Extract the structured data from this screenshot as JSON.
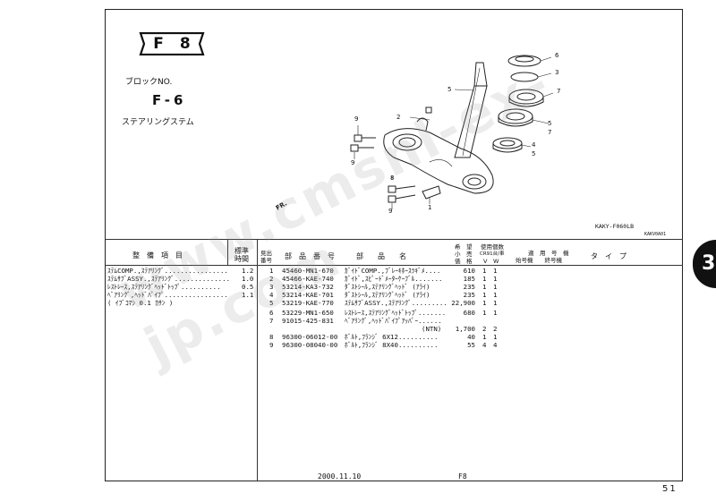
{
  "block": {
    "tag_letter": "F",
    "tag_number": "8",
    "block_no_label": "ブロックNO.",
    "block_no_value": "F-6",
    "block_title": "ステアリングステム"
  },
  "diagram": {
    "callouts": [
      "6",
      "3",
      "5",
      "7",
      "2",
      "9",
      "9",
      "5",
      "7",
      "4",
      "5",
      "8",
      "9",
      "1"
    ],
    "fr_label": "FR.",
    "figure_code": "KAKY-F060LB",
    "figure_code_small": "KAKV0A01"
  },
  "left_table": {
    "header": {
      "col1": "整　備　項　目",
      "col2a": "標準",
      "col2b": "時間"
    },
    "rows": [
      {
        "item": "ｽﾃﾑCOMP.,ｽﾃｱﾘﾝｸﾞ................",
        "time": "1.2"
      },
      {
        "item": "ｽﾃﾑｻﾌﾞASSY.,ｽﾃｱﾘﾝｸﾞ..............",
        "time": "1.0"
      },
      {
        "item": "ﾚｽﾄﾚｰｽ,ｽﾃｱﾘﾝｸﾞﾍｯﾄﾞﾄｯﾌﾟ..........",
        "time": "0.5"
      },
      {
        "item": "ﾍﾞｱﾘﾝｸﾞ,ﾍｯﾄﾞﾊﾟｲﾌﾟ................",
        "time": "1.1"
      },
      {
        "item": "( ｲﾌﾞｺﾏｼ 0.1 ｶｻﾝ )",
        "time": ""
      }
    ]
  },
  "parts_table": {
    "header": {
      "ref_a": "見出",
      "ref_b": "番号",
      "partno": "部　品　番　号",
      "name": "部　　品　　名",
      "price_a": "希　望",
      "price_b": "小　売",
      "price_c": "価　格",
      "qty_a": "使用個数",
      "qty_b": "CR91台/車",
      "qty_c": "V　W",
      "app_a": "適　用　号　機",
      "app_b": "始号機　　終号機",
      "type": "タ　イ　プ"
    },
    "rows": [
      {
        "ref": "1",
        "partno": "45460-MN1-670",
        "name": "ｶﾞｲﾄﾞCOMP.,ﾌﾞﾚｰｷﾎｰｽﾂｷﾞﾒ....",
        "price": "610",
        "q1": "1",
        "q2": "1"
      },
      {
        "ref": "2",
        "partno": "45466-KAE-740",
        "name": "ｶﾞｲﾄﾞ,ｽﾋﾟｰﾄﾞﾒｰﾀｰｹｰﾌﾞﾙ.......",
        "price": "185",
        "q1": "1",
        "q2": "1"
      },
      {
        "ref": "3",
        "partno": "53214-KA3-732",
        "name": "ﾀﾞｽﾄｼｰﾙ,ｽﾃｱﾘﾝｸﾞﾍｯﾄﾞ (ｱﾗｲ)",
        "price": "235",
        "q1": "1",
        "q2": "1"
      },
      {
        "ref": "4",
        "partno": "53214-KAE-701",
        "name": "ﾀﾞｽﾄｼｰﾙ,ｽﾃｱﾘﾝｸﾞﾍｯﾄﾞ (ｱﾗｲ)",
        "price": "235",
        "q1": "1",
        "q2": "1"
      },
      {
        "ref": "5",
        "partno": "53219-KAE-770",
        "name": "ｽﾃﾑｻﾌﾞASSY.,ｽﾃｱﾘﾝｸﾞ.........",
        "price": "22,900",
        "q1": "1",
        "q2": "1"
      },
      {
        "ref": "",
        "partno": "",
        "name": "",
        "price": "",
        "q1": "",
        "q2": ""
      },
      {
        "ref": "6",
        "partno": "53229-MN1-650",
        "name": "ﾚｽﾄﾚｰｽ,ｽﾃｱﾘﾝｸﾞﾍｯﾄﾞﾄｯﾌﾟ.......",
        "price": "680",
        "q1": "1",
        "q2": "1"
      },
      {
        "ref": "7",
        "partno": "91015-425-831",
        "name": "ﾍﾞｱﾘﾝｸﾞ,ﾍｯﾄﾞﾊﾟｲﾌﾟｱｯﾊﾟｰ......",
        "price": "",
        "q1": "",
        "q2": ""
      },
      {
        "ref": "",
        "partno": "",
        "name": "(NTN)",
        "price": "1,700",
        "q1": "2",
        "q2": "2"
      },
      {
        "ref": "8",
        "partno": "96300-06012-00",
        "name": "ﾎﾞﾙﾄ,ﾌﾗﾝｼﾞ 6X12..........",
        "price": "40",
        "q1": "1",
        "q2": "1"
      },
      {
        "ref": "9",
        "partno": "96300-08040-00",
        "name": "ﾎﾞﾙﾄ,ﾌﾗﾝｼﾞ 8X40..........",
        "price": "55",
        "q1": "4",
        "q2": "4"
      }
    ]
  },
  "footer": {
    "date": "2000.11.10",
    "code": "F8",
    "page": "51"
  },
  "side_tab": "3",
  "watermark": "www.cmsnl-ex-jp.com"
}
